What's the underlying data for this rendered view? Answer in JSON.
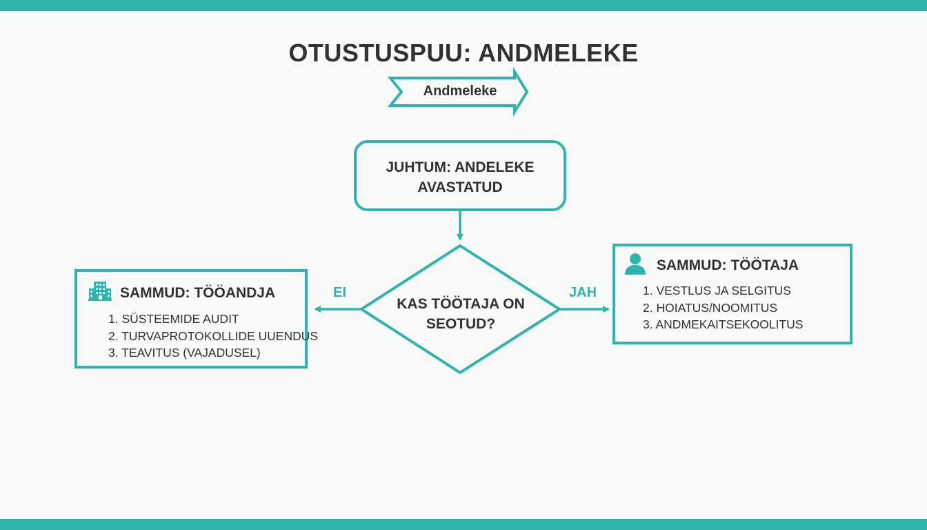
{
  "title": "OTUSTUSPUU: ANDMELEKE",
  "banner": "Andmeleke",
  "start_node": {
    "line1": "JUHTUM: ANDELEKE",
    "line2": "AVASTATUD"
  },
  "decision": {
    "line1": "KAS TÖÖTAJA ON",
    "line2": "SEOTUD?"
  },
  "edges": {
    "no_label": "EI",
    "yes_label": "JAH"
  },
  "employer_panel": {
    "heading": "SAMMUD: TÖÖANDJA",
    "icon": "building-icon",
    "steps": [
      "1. SÜSTEEMIDE AUDIT",
      "2. TURVAPROTOKOLLIDE UUENDUS",
      "3. TEAVITUS (VAJADUSEL)"
    ]
  },
  "employee_panel": {
    "heading": "SAMMUD: TÖÖTAJA",
    "icon": "person-icon",
    "steps": [
      "1. VESTLUS JA SELGITUS",
      "2. HOIATUS/NOOMITUS",
      "3. ANDMEKAITSEKOOLITUS"
    ]
  },
  "colors": {
    "accent": "#2fb3ad",
    "text": "#2f3133",
    "background": "#f8fafa"
  }
}
